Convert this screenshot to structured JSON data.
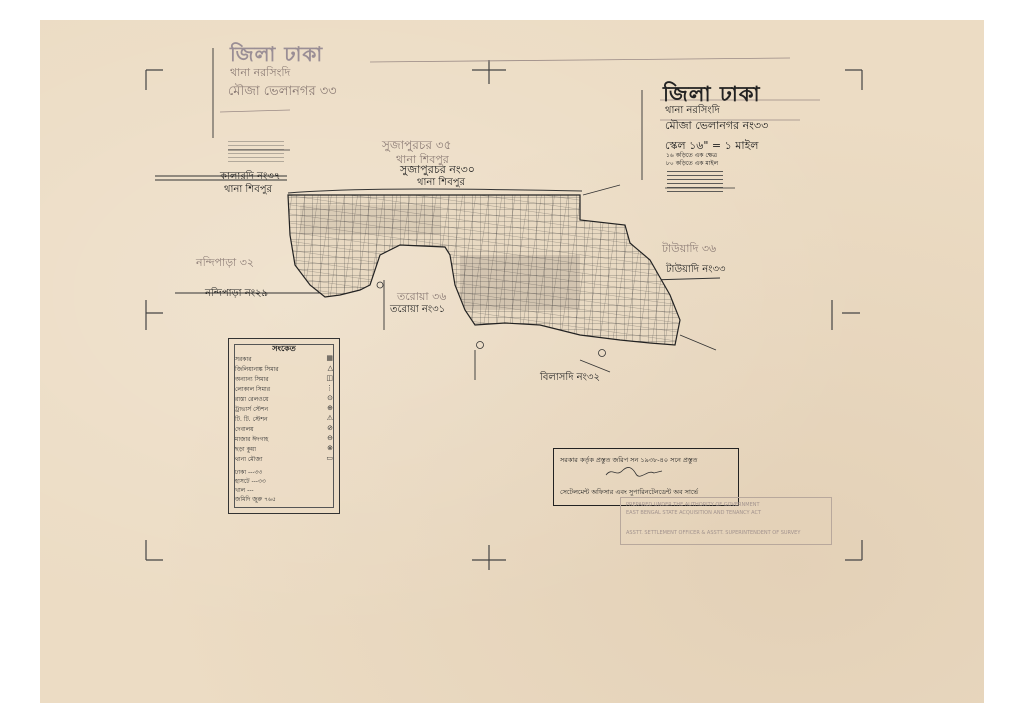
{
  "map": {
    "district_heading_left": "জিলা ঢাকা",
    "thana_left": "থানা নরসিংদি",
    "mouza_left": "মৌজা ভেলানগর ৩৩",
    "district_heading_right": "জিলা ঢাকা",
    "thana_right": "থানা নরসিংদি",
    "mouza_right": "মৌজা ভেলানগর নং৩৩",
    "scale_right": "স্কেল ১৬\" = ১ মাইল",
    "scale_small_1": "১৬ কড়িতে এক ক্ষেত্র",
    "scale_small_2": "৮০ কড়িতে এক মাইল",
    "neighbors": {
      "north_faded": "সুজাপুরচর ৩৫",
      "north_thana_faded": "থানা শিবপুর",
      "north": "সুজাপুরচর নং৩০",
      "north_thana": "থানা শিবপুর",
      "northwest": "কালারদি নং৩৭",
      "northwest_thana": "থানা শিবপুর",
      "west_faded": "নন্দিপাড়া ৩২",
      "west": "নন্দিপাড়া নং২৯",
      "south_faded": "তরোয়া ৩৬",
      "south": "তরোয়া নং৩১",
      "southeast": "বিলাসদি নং৩২",
      "east_faded": "টাউয়াদি ৩৬",
      "east": "টাউয়াদি নং৩৩"
    },
    "legend": {
      "title": "সংকেত",
      "items": [
        {
          "label": "সরকার",
          "symbol": "▦"
        },
        {
          "label": "জিলিয়ানাঙ্ক সিমার",
          "symbol": "△"
        },
        {
          "label": "অন্যান্য সিমার",
          "symbol": "◫"
        },
        {
          "label": "লোকাল সিমার",
          "symbol": "⋮"
        },
        {
          "label": "রাস্তা রেলওয়ে",
          "symbol": "⊙"
        },
        {
          "label": "ট্রাভার্স স্টেশন",
          "symbol": "⊕"
        },
        {
          "label": "টি. টি. স্টেশন",
          "symbol": "⚠"
        },
        {
          "label": "দেবালয়",
          "symbol": "⊘"
        },
        {
          "label": "মাজার ঈদগাহ",
          "symbol": "⊖"
        },
        {
          "label": "ছড়া কুয়া",
          "symbol": "⊗"
        },
        {
          "label": "থানা মৌজা",
          "symbol": "▭"
        }
      ],
      "summary": [
        {
          "label": "ঢাকা",
          "value": "---৩৩"
        },
        {
          "label": "হাসটে",
          "value": "---৩৩"
        },
        {
          "label": "খাল",
          "value": "---"
        },
        {
          "label": "জমিদি জুরু",
          "value": "৭৬৫"
        }
      ]
    },
    "stamp": {
      "line1": "সরকার কর্তৃক প্রস্তুত জরিপ সন ১৯৩৮-৪০ সনে প্রস্তুত",
      "line2": "সেটেলমেন্ট অফিসার এবং সুপারিনটেনডেন্ট অব সার্ভে"
    },
    "faint_box": {
      "line1": "PREPARED UNDER THE AUTHORITY OF GOVERNMENT",
      "line2": "EAST BENGAL STATE ACQUISITION AND TENANCY ACT",
      "line3": "ASSTT. SETTLEMENT OFFICER & ASSTT. SUPERINTENDENT OF SURVEY"
    }
  }
}
